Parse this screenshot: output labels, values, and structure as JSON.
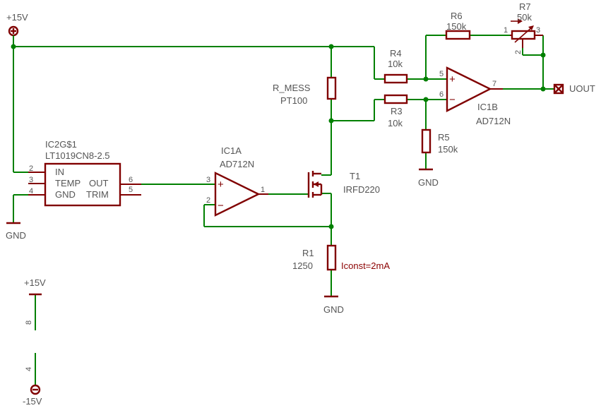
{
  "supplies": {
    "pos_top": "+15V",
    "pos_bottom": "+15V",
    "neg_bottom": "-15V",
    "pin8": "8",
    "pin4": "4"
  },
  "ref_ic": {
    "name": "IC2G$1",
    "part": "LT1019CN8-2.5",
    "pin_in": "IN",
    "pin_temp": "TEMP",
    "pin_gnd": "GND",
    "pin_out": "OUT",
    "pin_trim": "TRIM",
    "n2": "2",
    "n3": "3",
    "n4": "4",
    "n6": "6",
    "n5": "5"
  },
  "ic1a": {
    "name": "IC1A",
    "part": "AD712N",
    "n3": "3",
    "n2": "2",
    "n1": "1"
  },
  "ic1b": {
    "name": "IC1B",
    "part": "AD712N",
    "n5": "5",
    "n6": "6",
    "n7": "7"
  },
  "t1": {
    "name": "T1",
    "part": "IRFD220"
  },
  "r_mess": {
    "name": "R_MESS",
    "value": "PT100"
  },
  "r1": {
    "name": "R1",
    "value": "1250",
    "note": "Iconst=2mA"
  },
  "r3": {
    "name": "R3",
    "value": "10k"
  },
  "r4": {
    "name": "R4",
    "value": "10k"
  },
  "r5": {
    "name": "R5",
    "value": "150k"
  },
  "r6": {
    "name": "R6",
    "value": "150k"
  },
  "r7": {
    "name": "R7",
    "value": "50k",
    "n1": "1",
    "n2": "2",
    "n3": "3"
  },
  "gnd": {
    "g1": "GND",
    "g2": "GND",
    "g3": "GND"
  },
  "output": {
    "label": "UOUT"
  },
  "opamp_signs": {
    "plus": "+",
    "minus": "−"
  }
}
